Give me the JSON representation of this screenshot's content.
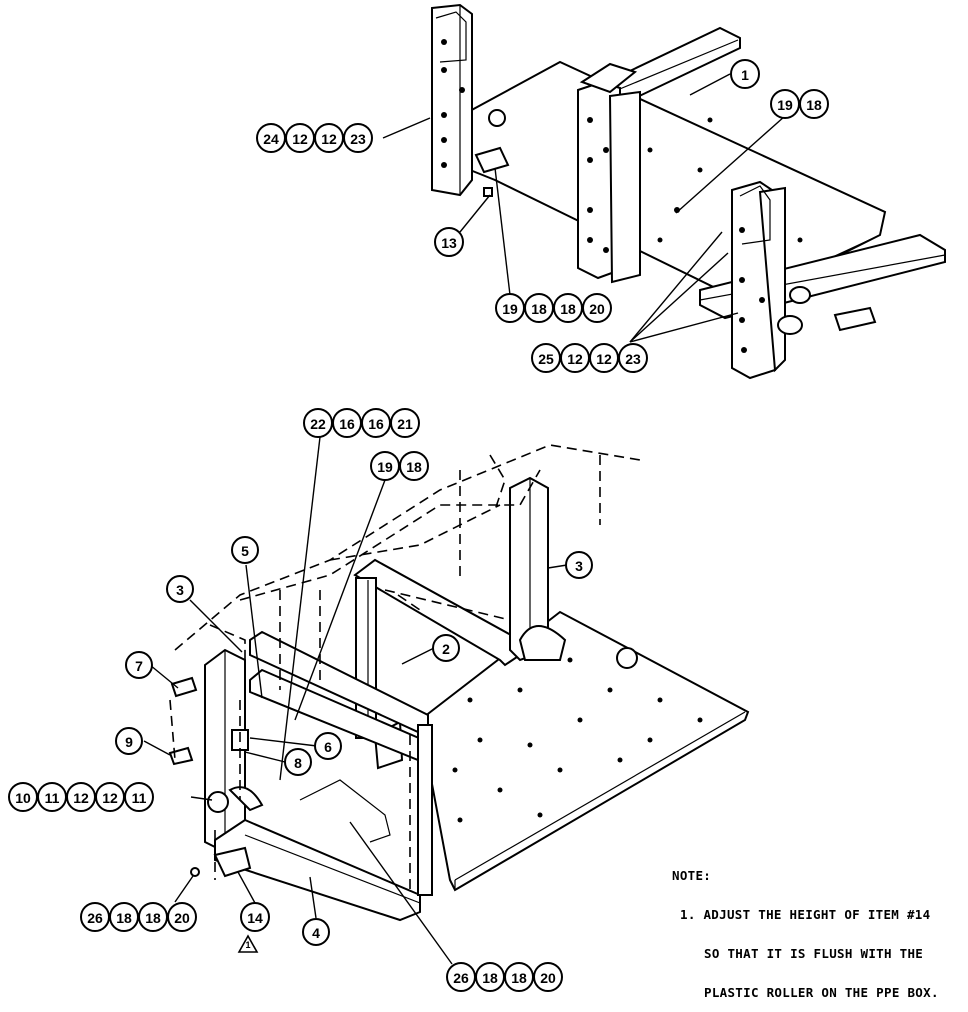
{
  "balloons": {
    "top_1": [
      "1"
    ],
    "top_19_18": [
      "19",
      "18"
    ],
    "top_24": [
      "24",
      "12",
      "12",
      "23"
    ],
    "top_13": [
      "13"
    ],
    "top_19_18_18_20": [
      "19",
      "18",
      "18",
      "20"
    ],
    "top_25": [
      "25",
      "12",
      "12",
      "23"
    ],
    "bot_22": [
      "22",
      "16",
      "16",
      "21"
    ],
    "bot_19_18": [
      "19",
      "18"
    ],
    "bot_3_right": [
      "3"
    ],
    "bot_5": [
      "5"
    ],
    "bot_3_left": [
      "3"
    ],
    "bot_2": [
      "2"
    ],
    "bot_7": [
      "7"
    ],
    "bot_9": [
      "9"
    ],
    "bot_6": [
      "6"
    ],
    "bot_8": [
      "8"
    ],
    "bot_10": [
      "10",
      "11",
      "12",
      "12",
      "11"
    ],
    "bot_26_left": [
      "26",
      "18",
      "18",
      "20"
    ],
    "bot_14": [
      "14"
    ],
    "bot_4": [
      "4"
    ],
    "bot_26_bottom": [
      "26",
      "18",
      "18",
      "20"
    ]
  },
  "note": {
    "heading": "NOTE:",
    "line1": "1. ADJUST THE HEIGHT OF ITEM #14",
    "line2": "SO THAT IT IS FLUSH WITH THE",
    "line3": "PLASTIC ROLLER ON THE PPE BOX."
  },
  "revision_mark": "1"
}
